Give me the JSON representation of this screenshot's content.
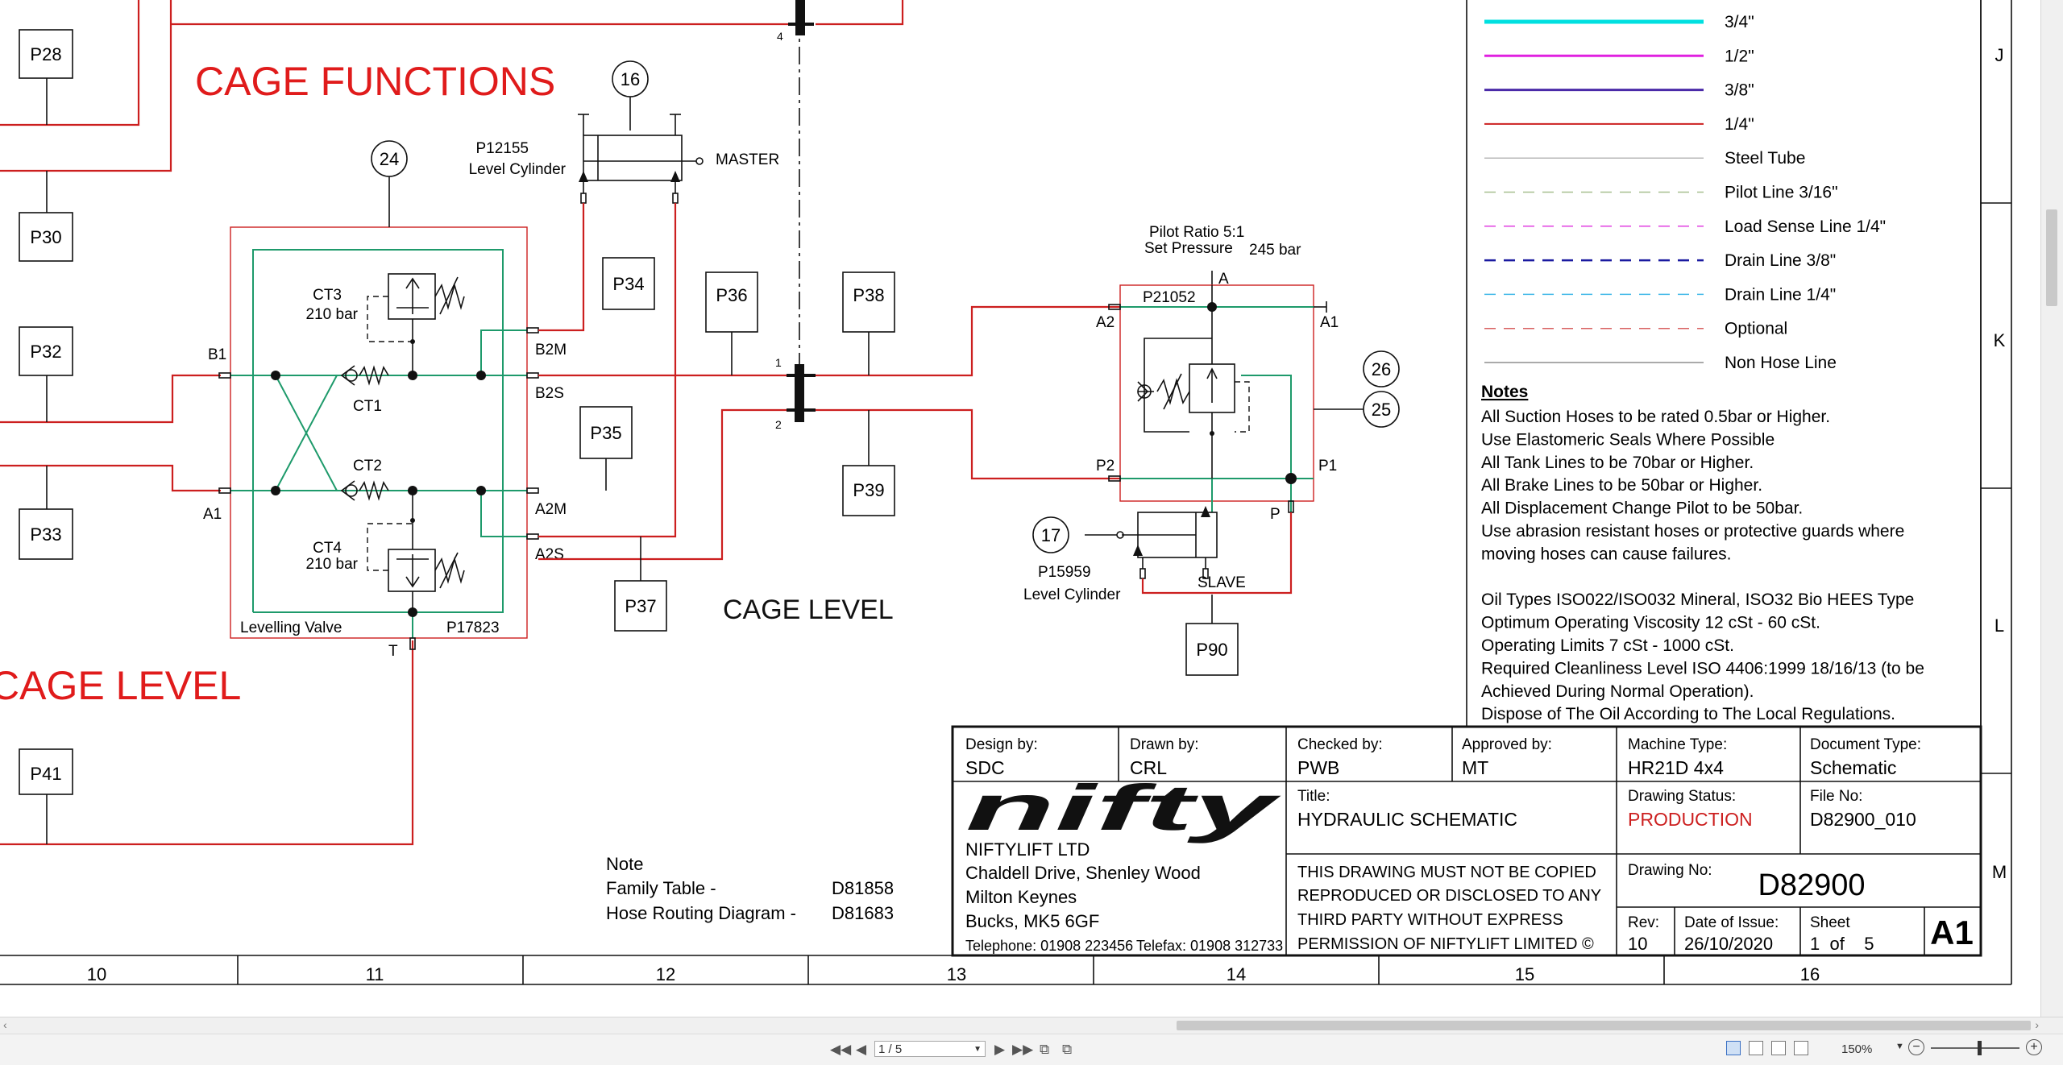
{
  "headings": {
    "cage_functions": "CAGE FUNCTIONS",
    "cage_level_big": "CAGE LEVEL",
    "cage_level": "CAGE LEVEL"
  },
  "ports": [
    "P28",
    "P30",
    "P32",
    "P33",
    "P41",
    "P34",
    "P35",
    "P36",
    "P37",
    "P38",
    "P39",
    "P90"
  ],
  "circles": [
    "16",
    "24",
    "17",
    "26",
    "25"
  ],
  "labels": {
    "p12155": "P12155",
    "level_cylinder": "Level Cylinder",
    "master": "MASTER",
    "ct3": "CT3",
    "ct3_bar": "210 bar",
    "ct1": "CT1",
    "ct2": "CT2",
    "ct4": "CT4",
    "ct4_bar": "210 bar",
    "b1": "B1",
    "a1_left": "A1",
    "b2m": "B2M",
    "b2s": "B2S",
    "a2m": "A2M",
    "a2s": "A2S",
    "levelling_valve": "Levelling Valve",
    "p17823": "P17823",
    "t": "T",
    "pilot_ratio": "Pilot Ratio 5:1",
    "set_pressure": "Set Pressure",
    "set_pressure_val": "245 bar",
    "a_top": "A",
    "p21052": "P21052",
    "a2": "A2",
    "a1": "A1",
    "p2": "P2",
    "p1": "P1",
    "p": "P",
    "p15959": "P15959",
    "level_cylinder2": "Level Cylinder",
    "slave": "SLAVE",
    "junction_4": "4",
    "junction_1": "1",
    "junction_2": "2"
  },
  "legend": [
    {
      "label": "3/4\"",
      "color": "#00e0e0",
      "style": "solid",
      "width": 5
    },
    {
      "label": "1/2\"",
      "color": "#e020e0",
      "style": "solid",
      "width": 3
    },
    {
      "label": "3/8\"",
      "color": "#4a2aa8",
      "style": "solid",
      "width": 3
    },
    {
      "label": "1/4\"",
      "color": "#cc1f1f",
      "style": "solid",
      "width": 2
    },
    {
      "label": "Steel Tube",
      "color": "#b8b8b8",
      "style": "solid",
      "width": 1.5
    },
    {
      "label": "Pilot Line 3/16\"",
      "color": "#a8c090",
      "style": "dash",
      "width": 1.5
    },
    {
      "label": "Load Sense Line 1/4\"",
      "color": "#e040e0",
      "style": "dash",
      "width": 1.5
    },
    {
      "label": "Drain Line 3/8\"",
      "color": "#1a1aa0",
      "style": "dash",
      "width": 2.5
    },
    {
      "label": "Drain Line 1/4\"",
      "color": "#40b8e8",
      "style": "dash",
      "width": 1.5
    },
    {
      "label": "Optional",
      "color": "#d86060",
      "style": "dash",
      "width": 1.5
    },
    {
      "label": "Non Hose Line",
      "color": "#777777",
      "style": "solid",
      "width": 1.2
    }
  ],
  "notes": {
    "title": "Notes",
    "lines": [
      "All Suction Hoses to be rated 0.5bar or Higher.",
      "Use Elastomeric Seals Where Possible",
      "All Tank Lines to be 70bar or Higher.",
      "All Brake Lines to be 50bar or Higher.",
      "All Displacement Change Pilot to be 50bar.",
      "Use abrasion resistant hoses or protective guards where",
      "moving hoses can cause failures.",
      "",
      "Oil Types ISO022/ISO032 Mineral, ISO32 Bio HEES Type",
      "Optimum Operating Viscosity 12 cSt - 60 cSt.",
      "Operating Limits 7 cSt - 1000 cSt.",
      "Required Cleanliness Level ISO 4406:1999 18/16/13 (to be",
      "Achieved During Normal Operation).",
      "Dispose of The Oil According to The Local Regulations."
    ]
  },
  "note_block": {
    "title": "Note",
    "family_label": "Family Table  -",
    "family_value": "D81858",
    "hose_label": "Hose Routing Diagram -",
    "hose_value": "D81683"
  },
  "title_block": {
    "design_by_label": "Design by:",
    "design_by": "SDC",
    "drawn_by_label": "Drawn by:",
    "drawn_by": "CRL",
    "checked_by_label": "Checked by:",
    "checked_by": "PWB",
    "approved_by_label": "Approved by:",
    "approved_by": "MT",
    "machine_type_label": "Machine Type:",
    "machine_type": "HR21D 4x4",
    "document_type_label": "Document Type:",
    "document_type": "Schematic",
    "logo": "nifty",
    "company": [
      "NIFTYLIFT LTD",
      "Chaldell Drive, Shenley Wood",
      "Milton Keynes",
      "Bucks, MK5 6GF"
    ],
    "telephone": "Telephone: 01908 223456",
    "telefax": "Telefax: 01908 312733",
    "title_label": "Title:",
    "title": "HYDRAULIC SCHEMATIC",
    "drawing_status_label": "Drawing Status:",
    "drawing_status": "PRODUCTION",
    "file_no_label": "File No:",
    "file_no": "D82900_010",
    "copyright": [
      "THIS DRAWING MUST NOT BE COPIED",
      "REPRODUCED OR DISCLOSED TO ANY",
      "THIRD PARTY WITHOUT EXPRESS",
      "PERMISSION OF NIFTYLIFT LIMITED ©"
    ],
    "drawing_no_label": "Drawing No:",
    "drawing_no": "D82900",
    "rev_label": "Rev:",
    "rev": "10",
    "date_label": "Date of Issue:",
    "date": "26/10/2020",
    "sheet_label": "Sheet",
    "sheet_of": "1  of    5",
    "size": "A1",
    "status_color": "#cc1f1f"
  },
  "grid": {
    "columns": [
      "10",
      "11",
      "12",
      "13",
      "14",
      "15",
      "16"
    ],
    "rows": [
      "J",
      "K",
      "L",
      "M"
    ]
  },
  "viewer": {
    "page": "1 / 5",
    "zoom": "150%"
  }
}
